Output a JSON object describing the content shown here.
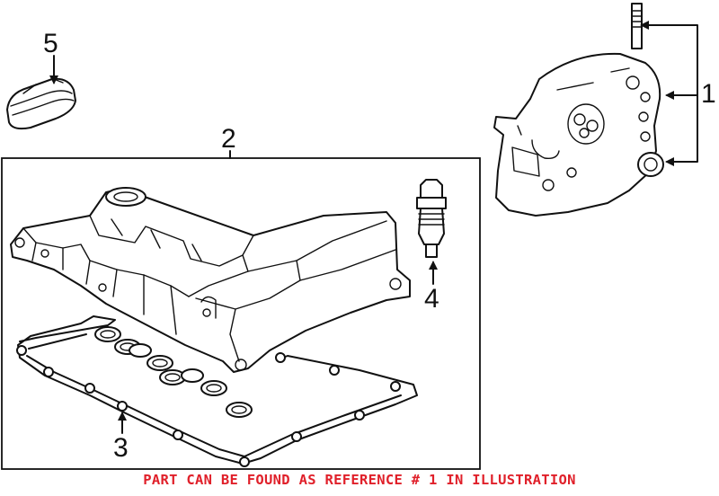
{
  "callouts": {
    "ref1": "1",
    "ref2": "2",
    "ref3": "3",
    "ref4": "4",
    "ref5": "5"
  },
  "parts": {
    "p1": "timing-cover-with-studs-and-seal",
    "p2": "valve-cover",
    "p3": "valve-cover-gasket",
    "p4": "pcv-valve",
    "p5": "oil-filler-cap"
  },
  "footer_note": "PART CAN BE FOUND AS REFERENCE # 1 IN ILLUSTRATION",
  "colors": {
    "note": "#e0202a",
    "lines": "#111111"
  }
}
